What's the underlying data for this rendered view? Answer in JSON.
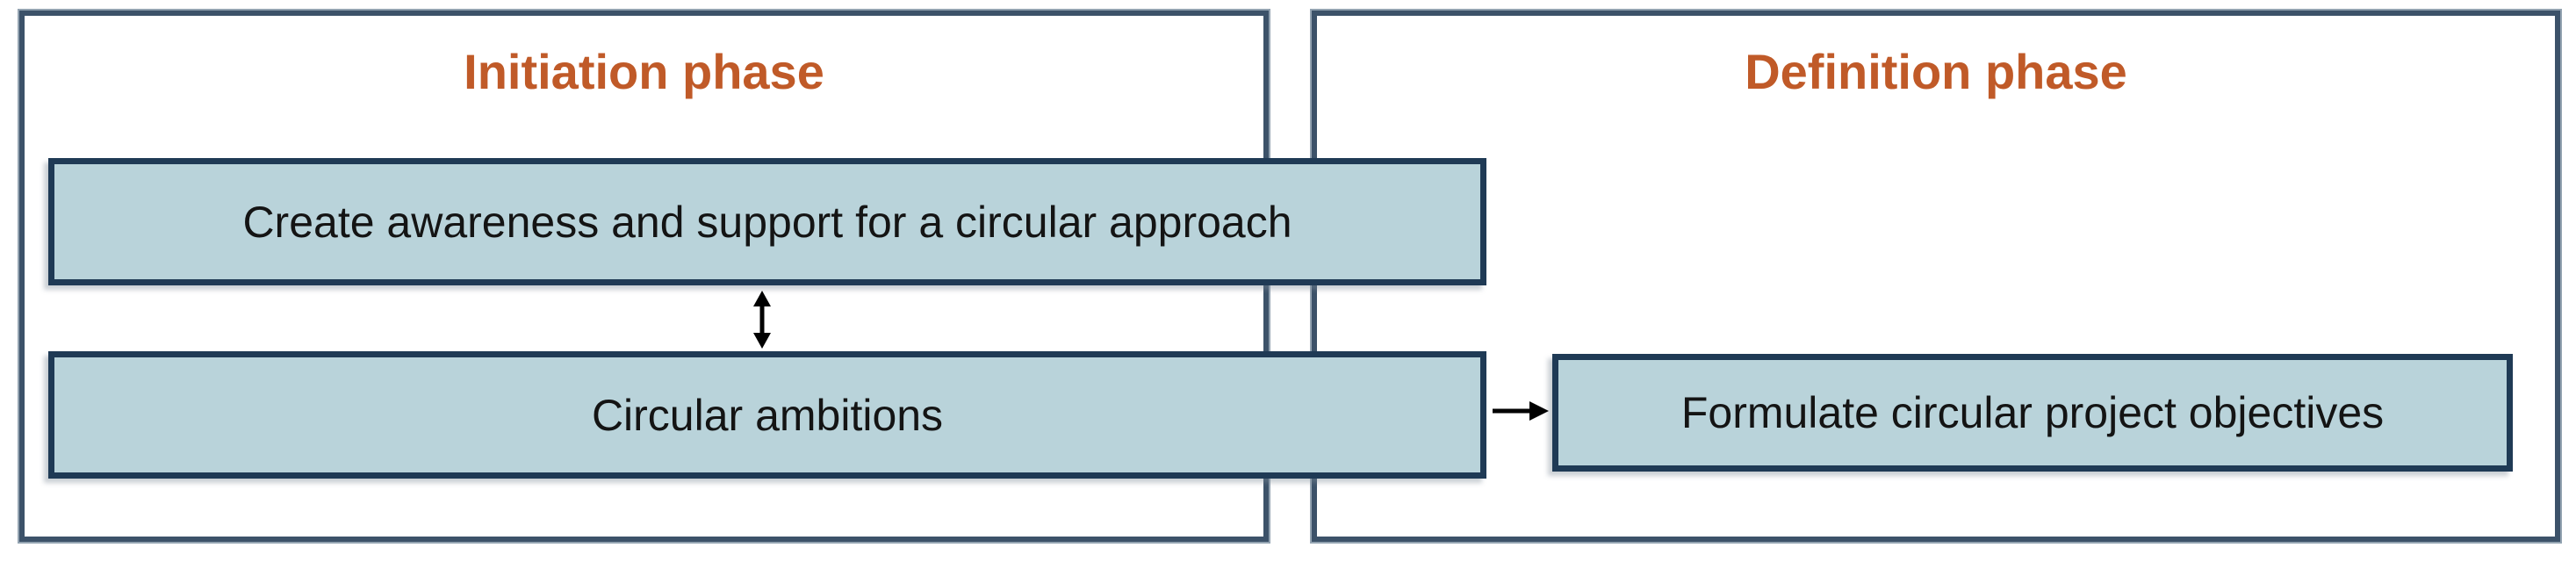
{
  "phases": [
    {
      "title": "Initiation phase"
    },
    {
      "title": "Definition phase"
    }
  ],
  "boxes": {
    "awareness": "Create awareness and support for a circular approach",
    "ambitions": "Circular ambitions",
    "objectives": "Formulate circular project objectives"
  },
  "icons": {
    "vertical_double_arrow": "bidirectional-vertical-arrow",
    "right_arrow": "right-arrow"
  },
  "colors": {
    "phase_title": "#C05A28",
    "panel_border": "#3C5269",
    "panel_border_fringe": "#93A3B1",
    "box_fill": "#B9D3DA",
    "box_border": "#1F3A55",
    "box_text": "#141414",
    "arrow": "#000000",
    "background": "#FFFFFF"
  }
}
